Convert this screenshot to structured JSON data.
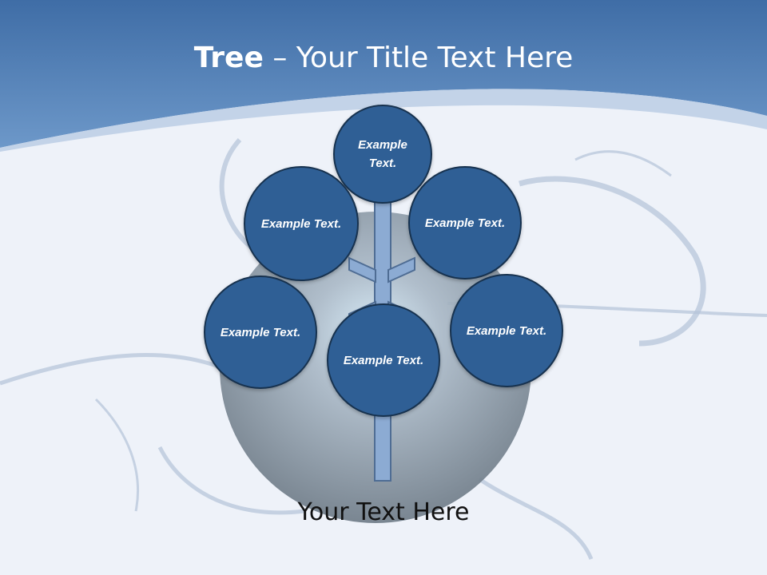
{
  "title": {
    "bold": "Tree",
    "separator": " – ",
    "rest": "Your Title Text Here"
  },
  "nodes": [
    {
      "label": "Example Text."
    },
    {
      "label": "Example Text."
    },
    {
      "label": "Example Text."
    },
    {
      "label": "Example Text."
    },
    {
      "label": "Example Text."
    },
    {
      "label": "Example Text."
    }
  ],
  "caption": "Your Text Here",
  "colors": {
    "header": "#4e7fb8",
    "node_fill": "#2f5f95",
    "node_border": "#17324f",
    "branch": "#8cabd3"
  }
}
